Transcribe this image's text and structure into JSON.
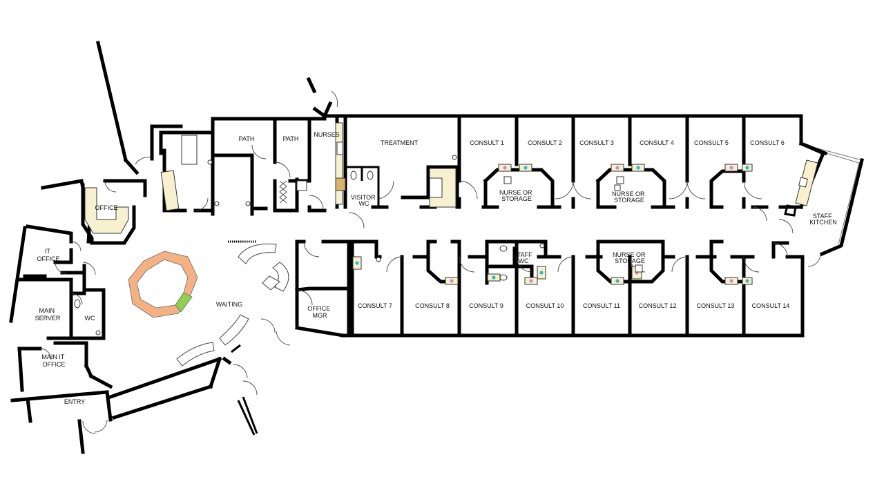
{
  "colors": {
    "wall": "#000000",
    "counter": "#f7f1cf",
    "reception_desk": "#f4b183",
    "reception_accent": "#8fd14f",
    "cabinet": "#d9b36b"
  },
  "rooms": {
    "path_1": "PATH",
    "path_2": "PATH",
    "nurses": "NURSES",
    "treatment": "TREATMENT",
    "consult_1": "CONSULT 1",
    "consult_2": "CONSULT 2",
    "consult_3": "CONSULT 3",
    "consult_4": "CONSULT 4",
    "consult_5": "CONSULT 5",
    "consult_6": "CONSULT 6",
    "consult_7": "CONSULT 7",
    "consult_8": "CONSULT 8",
    "consult_9": "CONSULT 9",
    "consult_10": "CONSULT 10",
    "consult_11": "CONSULT 11",
    "consult_12": "CONSULT 12",
    "consult_13": "CONSULT 13",
    "consult_14": "CONSULT 14",
    "nurse_storage_1": [
      "NURSE OR",
      "STORAGE"
    ],
    "nurse_storage_2": [
      "NURSE OR",
      "STORAGE"
    ],
    "nurse_storage_3": [
      "NURSE OR",
      "STORAGE"
    ],
    "visitor_wc": [
      "VISITOR",
      "WC"
    ],
    "staff_wc": [
      "STAFF",
      "WC"
    ],
    "staff_kitchen": [
      "STAFF",
      "KITCHEN"
    ],
    "office": "OFFICE",
    "it_office": [
      "IT",
      "OFFICE"
    ],
    "main_server": [
      "MAIN",
      "SERVER"
    ],
    "wc": "WC",
    "main_it_office": [
      "MAIN IT",
      "OFFICE"
    ],
    "entry": "ENTRY",
    "waiting": "WAITING",
    "office_mgr": [
      "OFFICE",
      "MGR"
    ]
  }
}
